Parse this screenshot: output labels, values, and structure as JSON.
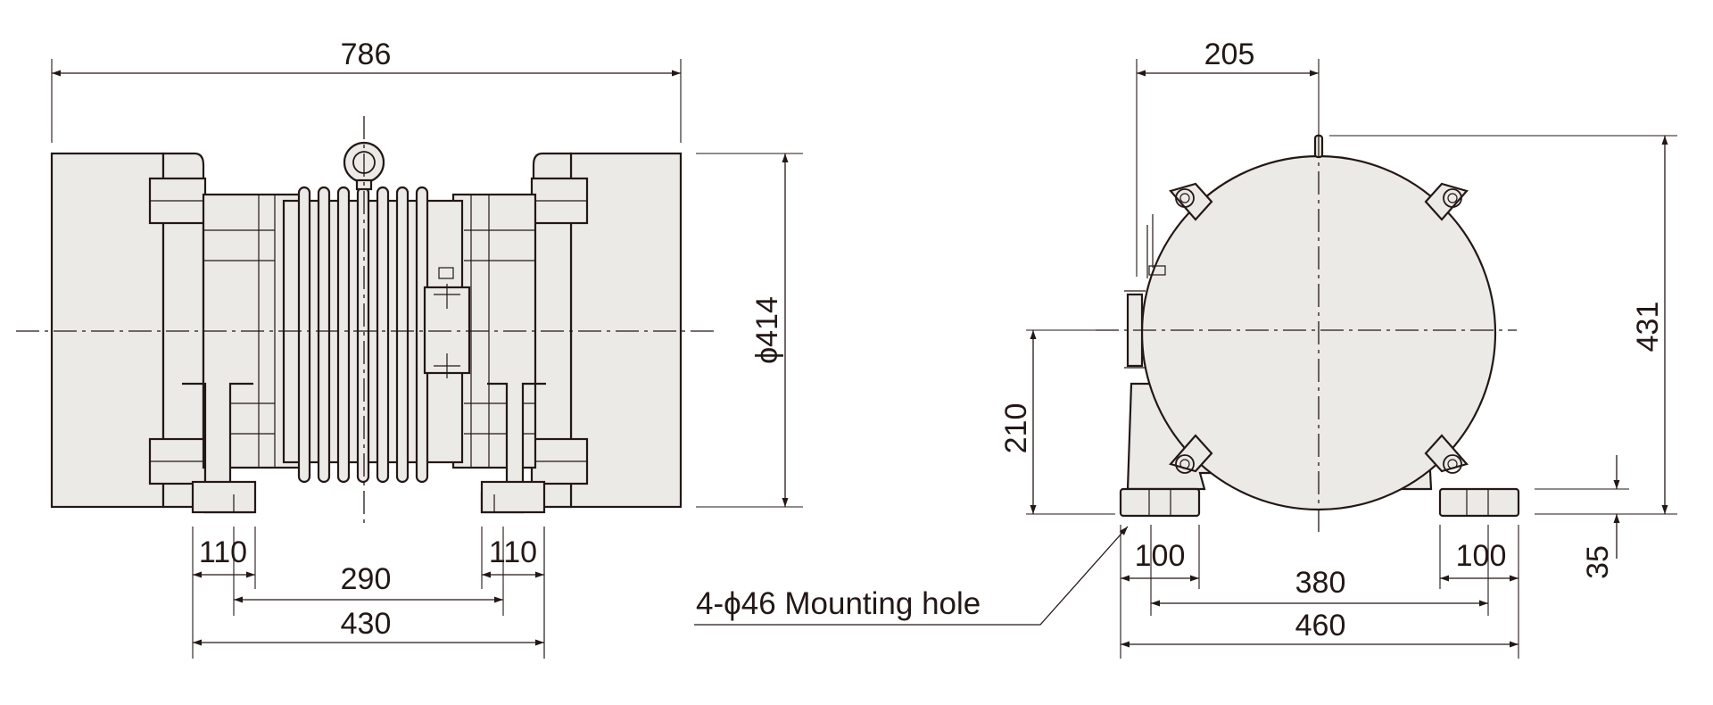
{
  "front_view": {
    "overall_length": "786",
    "diameter": "ϕ414",
    "foot_width_left": "110",
    "foot_width_right": "110",
    "hole_pitch": "290",
    "foot_span": "430"
  },
  "side_view": {
    "half_width_offset": "205",
    "overall_height": "431",
    "center_height": "210",
    "foot_height": "35",
    "foot_width_left": "100",
    "foot_width_right": "100",
    "hole_pitch": "380",
    "base_width": "460",
    "mounting_note": "4-ϕ46 Mounting hole"
  },
  "colors": {
    "line": "#231815",
    "body_fill": "#eceae6",
    "background": "#ffffff"
  }
}
